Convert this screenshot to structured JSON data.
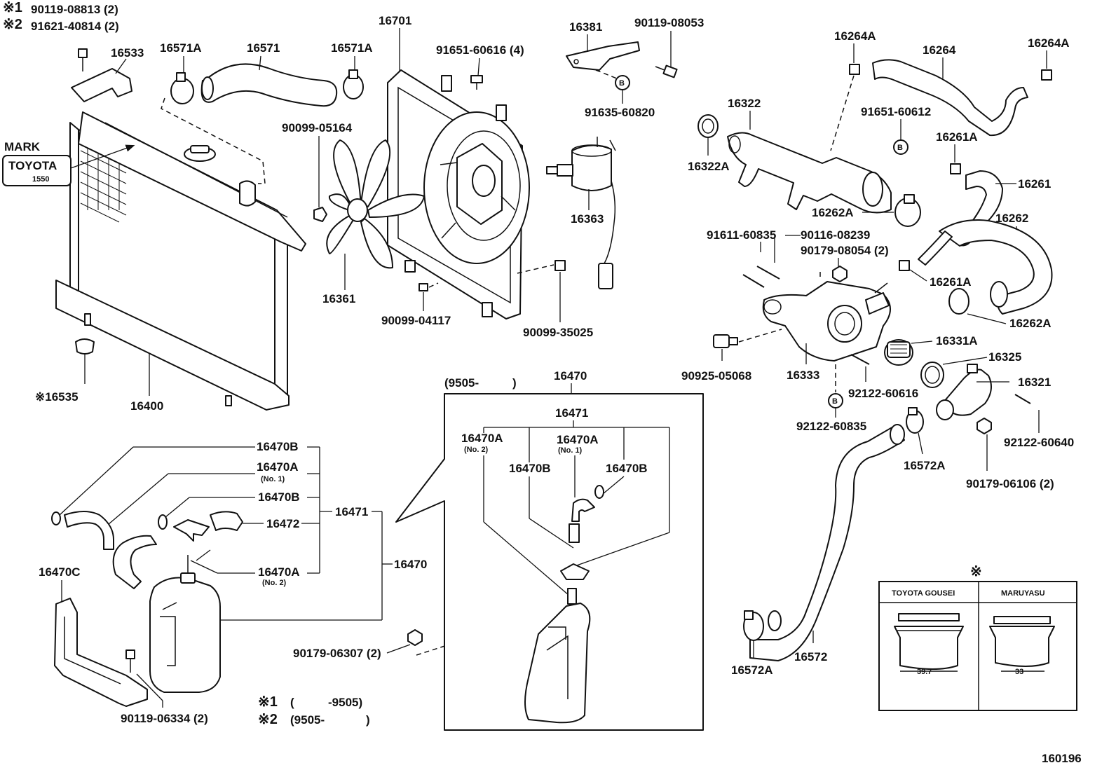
{
  "diagram_id": "160196",
  "marks": {
    "m1": "※1",
    "m2": "※2",
    "ref": "※",
    "radiator_mark": "MARK"
  },
  "notes": {
    "n1_part": "90119-08813 (2)",
    "n2_part": "91621-40814 (2)",
    "n1_range_open": "(",
    "n1_range": "-9505)",
    "n2_range": "(9505-",
    "n2_range_close": ")"
  },
  "radiator": {
    "mark_brand": "TOYOTA",
    "mark_code": "1550",
    "radiator": "16400",
    "drain_cock": "※16535",
    "bracket": "16533",
    "upper_clamp_a": "16571A",
    "upper_hose": "16571",
    "upper_clamp_b": "16571A"
  },
  "fan": {
    "shroud": "16701",
    "bolt_top": "91651-60616 (4)",
    "nut": "90099-05164",
    "fan": "16361",
    "screw": "90099-04117",
    "clip": "90099-35025",
    "motor": "16363",
    "motor_bracket": "16381",
    "motor_bolt": "90119-08053",
    "b_bolt": "91635-60820",
    "b": "B"
  },
  "water_inlet": {
    "bypass_clamp_a": "16264A",
    "bypass_hose": "16264",
    "bypass_clamp_b": "16264A",
    "pipe": "16322",
    "gasket": "16322A",
    "bolt": "91651-60612",
    "b": "B",
    "hose_clamp_a": "16261A",
    "hose": "16261",
    "clamp_262a": "16262A",
    "hose_262": "16262",
    "clamp_261a_2": "16261A",
    "clamp_262a_2": "16262A"
  },
  "thermostat": {
    "stud_1": "91611-60835",
    "stud_2": "90116-08239",
    "nut": "90179-08054 (2)",
    "sensor": "90925-05068",
    "housing": "16333",
    "thermostat": "16331A",
    "gasket": "16325",
    "inlet": "16321",
    "stud_3": "92122-60616",
    "b": "B",
    "stud_4": "92122-60835",
    "stud_5": "92122-60640",
    "nut_2": "90179-06106 (2)"
  },
  "lower_hose": {
    "clamp_a": "16572A",
    "hose": "16572",
    "clamp_b": "16572A"
  },
  "reservoir_left": {
    "hose_b1": "16470B",
    "hose_a1": "16470A",
    "hose_a1_note": "(No. 1)",
    "hose_b2": "16470B",
    "hose_472": "16472",
    "set": "16471",
    "hose_a2": "16470A",
    "hose_a2_note": "(No. 2)",
    "tank": "16470",
    "bracket": "16470C",
    "bolt": "90119-06334 (2)",
    "nut": "90179-06307 (2)"
  },
  "reservoir_box": {
    "range_open": "(9505-",
    "range_close": ")",
    "tank": "16470",
    "set": "16471",
    "hose_a2": "16470A",
    "hose_a2_note": "(No. 2)",
    "hose_a1": "16470A",
    "hose_a1_note": "(No. 1)",
    "hose_b_left": "16470B",
    "hose_b_right": "16470B"
  },
  "cap_table": {
    "col1": "TOYOTA GOUSEI",
    "col2": "MARUYASU",
    "dim1": "39.7",
    "dim2": "33"
  }
}
